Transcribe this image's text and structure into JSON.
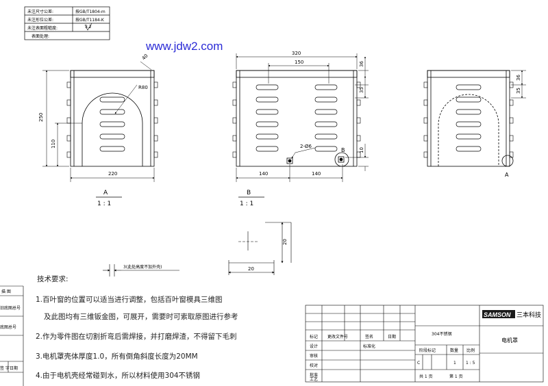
{
  "watermark": "www.jdw2.com",
  "tolerance_table": {
    "rows": [
      {
        "label": "未注尺寸公差:",
        "value": "按GB/T1804-m"
      },
      {
        "label": "未注形位公差:",
        "value": "按GB/T1184-K"
      },
      {
        "label": "未注表面粗糙度:",
        "value": "3.2"
      },
      {
        "label": "表面处理:",
        "value": ""
      }
    ]
  },
  "views": {
    "view_a": {
      "label": "A",
      "scale": "1 : 1",
      "dims": {
        "width": "220",
        "height": "250",
        "arch_height": "110",
        "radius": "R80",
        "slot_width": "40"
      }
    },
    "view_b": {
      "label": "B",
      "scale": "1 : 1",
      "dims": {
        "total": "320",
        "louver": "150",
        "top_gap": "36",
        "pitch": "35",
        "left": "140",
        "right": "140",
        "hole": "2-Ø6",
        "bottom": "10"
      },
      "callout": "B"
    },
    "view_c": {
      "callout": "A",
      "dims": {
        "top": "36",
        "pitch": "35"
      }
    }
  },
  "detail": {
    "dim_h": "20",
    "dim_v": "20",
    "note": "3(此处高度不加外壳)"
  },
  "requirements": {
    "title": "技术要求:",
    "items": [
      "1.百叶窗的位置可以适当进行调整，包括百叶窗模具三维图",
      "及此图均有三维钣金图，可展开，需要时可索取原图进行参考",
      "2.作为零件图在切割折弯后需焊接，并打磨焊渣，不得留下毛刺",
      "3.电机罩壳体厚度1.0，所有倒角斜度长度为20MM",
      "4.由于电机壳经常碰到水，所以材料使用304不锈钢"
    ]
  },
  "left_margin": {
    "labels": [
      "描 图",
      "旧底图总号",
      "底图总号",
      "签 字",
      "日期"
    ]
  },
  "title_block": {
    "company_logo": "SAMSON",
    "company": "三本科技",
    "material": "304不锈钢",
    "part_name": "电机罩",
    "headers": [
      "标记",
      "更改文件号",
      "签名",
      "日期"
    ],
    "roles": [
      "设计",
      "审核",
      "校对",
      "批准",
      "工艺"
    ],
    "standardize": "标准化",
    "stage_label": "阶段标记",
    "weight_label": "数量",
    "scale_label": "比例",
    "stage": "C",
    "quantity": "1",
    "scale": "1 : 5",
    "sheets_total": "共 1 页",
    "sheet_no": "第 1 页"
  }
}
